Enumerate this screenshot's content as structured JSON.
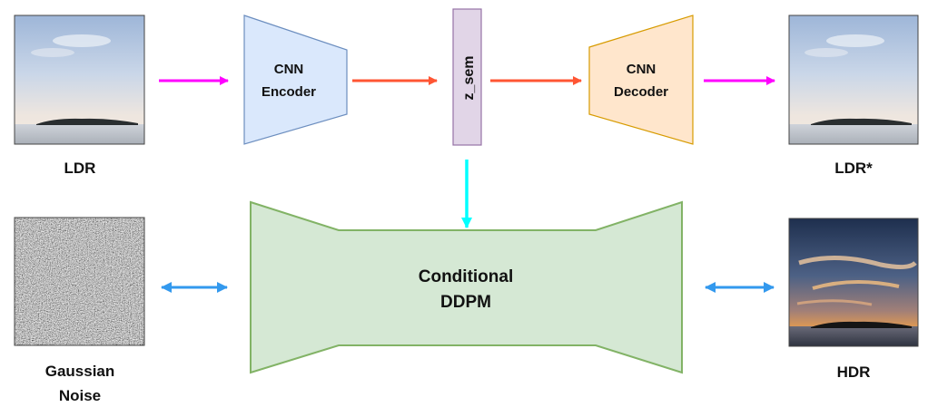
{
  "nodes": {
    "ldr_input": {
      "label": "LDR"
    },
    "ldr_output": {
      "label": "LDR*"
    },
    "hdr": {
      "label": "HDR"
    },
    "noise": {
      "label_line1": "Gaussian",
      "label_line2": "Noise"
    },
    "encoder": {
      "line1": "CNN",
      "line2": "Encoder"
    },
    "decoder": {
      "line1": "CNN",
      "line2": "Decoder"
    },
    "latent": {
      "label": "z_sem"
    },
    "ddpm": {
      "line1": "Conditional",
      "line2": "DDPM"
    }
  },
  "colors": {
    "encoder_fill": "#dae8fc",
    "encoder_stroke": "#6c8ebf",
    "decoder_fill": "#ffe6cc",
    "decoder_stroke": "#d79b00",
    "latent_fill": "#e1d5e7",
    "latent_stroke": "#9673a6",
    "ddpm_fill": "#d5e8d4",
    "ddpm_stroke": "#82b366",
    "magenta_arrow": "#ff00ff",
    "orange_arrow": "#ff5533",
    "cyan_arrow": "#00ffff",
    "blue_arrow": "#3399ee"
  },
  "edges": [
    {
      "from": "ldr_input",
      "to": "encoder",
      "color": "magenta"
    },
    {
      "from": "encoder",
      "to": "latent",
      "color": "orange"
    },
    {
      "from": "latent",
      "to": "decoder",
      "color": "orange"
    },
    {
      "from": "decoder",
      "to": "ldr_output",
      "color": "magenta"
    },
    {
      "from": "latent",
      "to": "ddpm",
      "color": "cyan"
    },
    {
      "from": "noise",
      "to": "ddpm",
      "color": "blue",
      "bidirectional": true
    },
    {
      "from": "ddpm",
      "to": "hdr",
      "color": "blue",
      "bidirectional": true
    }
  ]
}
